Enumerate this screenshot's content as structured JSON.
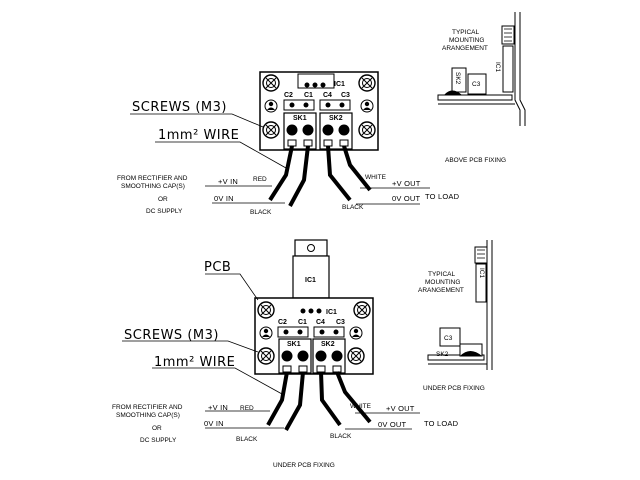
{
  "diagram_top": {
    "labels": {
      "screws": "SCREWS (M3)",
      "wire": "1mm² WIRE",
      "from_line1": "FROM RECTIFIER AND",
      "from_line2": "SMOOTHING CAP(S)",
      "or": "OR",
      "dc_supply": "DC SUPPLY",
      "v_in": "+V IN",
      "ov_in": "0V IN",
      "red": "RED",
      "black_left": "BLACK",
      "white": "WHITE",
      "v_out": "+V OUT",
      "ov_out": "0V OUT",
      "black_right": "BLACK",
      "to_load": "TO LOAD"
    },
    "pcb": {
      "ic1": "IC1",
      "c1": "C1",
      "c2": "C2",
      "c3": "C3",
      "c4": "C4",
      "sk1": "SK1",
      "sk2": "SK2"
    }
  },
  "diagram_bottom": {
    "labels": {
      "pcb": "PCB",
      "screws": "SCREWS (M3)",
      "wire": "1mm² WIRE",
      "from_line1": "FROM RECTIFIER AND",
      "from_line2": "SMOOTHING CAP(S)",
      "or": "OR",
      "dc_supply": "DC SUPPLY",
      "v_in": "+V IN",
      "ov_in": "0V IN",
      "red": "RED",
      "black_left": "BLACK",
      "white": "WHITE",
      "v_out": "+V OUT",
      "ov_out": "0V OUT",
      "black_right": "BLACK",
      "to_load": "TO LOAD"
    },
    "pcb": {
      "ic1": "IC1",
      "ic1_body": "IC1",
      "c1": "C1",
      "c2": "C2",
      "c3": "C3",
      "c4": "C4",
      "sk1": "SK1",
      "sk2": "SK2"
    }
  },
  "inset_top": {
    "title_line1": "TYPICAL",
    "title_line2": "MOUNTING",
    "title_line3": "ARANGEMENT",
    "ic1": "IC1",
    "sk2": "SK2",
    "c3": "C3",
    "caption": "ABOVE PCB FIXING"
  },
  "inset_bottom": {
    "title_line1": "TYPICAL",
    "title_line2": "MOUNTING",
    "title_line3": "ARANGEMENT",
    "ic1": "IC1",
    "c3": "C3",
    "sk2": "SK2",
    "caption": "UNDER PCB FIXING"
  },
  "footer_caption": "UNDER PCB FIXING"
}
